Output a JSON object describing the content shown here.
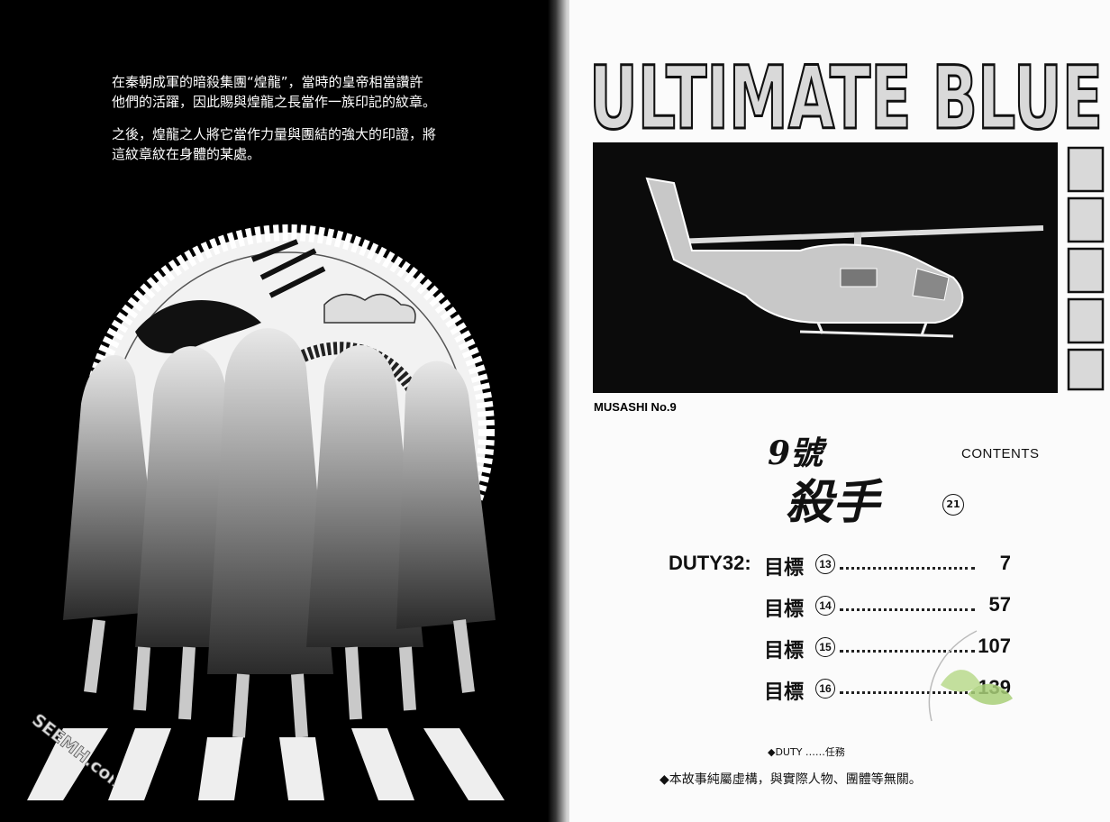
{
  "left_page": {
    "intro_paragraph_1": "在秦朝成軍的暗殺集團“煌龍”，當時的皇帝相當讚許他們的活躍，因此賜與煌龍之長當作一族印記的紋章。",
    "intro_paragraph_2": "之後，煌龍之人將它當作力量與團結的強大的印證，將這紋章紋在身體的某處。",
    "watermark": "SEEMH.com"
  },
  "right_page": {
    "series_title": "ULTIMATE BLUE",
    "publisher": "MUSASHI No.9",
    "logo_line_1": "9號",
    "logo_line_2": "殺手",
    "contents_label": "CONTENTS",
    "volume": "21",
    "toc": [
      {
        "duty": "DUTY32:",
        "title": "目標",
        "num": "13",
        "page": "7"
      },
      {
        "duty": "",
        "title": "目標",
        "num": "14",
        "page": "57"
      },
      {
        "duty": "",
        "title": "目標",
        "num": "15",
        "page": "107"
      },
      {
        "duty": "",
        "title": "目標",
        "num": "16",
        "page": "139"
      }
    ],
    "note_duty": "◆DUTY ……任務",
    "note_fiction": "◆本故事純屬虛構，與實際人物、團體等無關。"
  }
}
